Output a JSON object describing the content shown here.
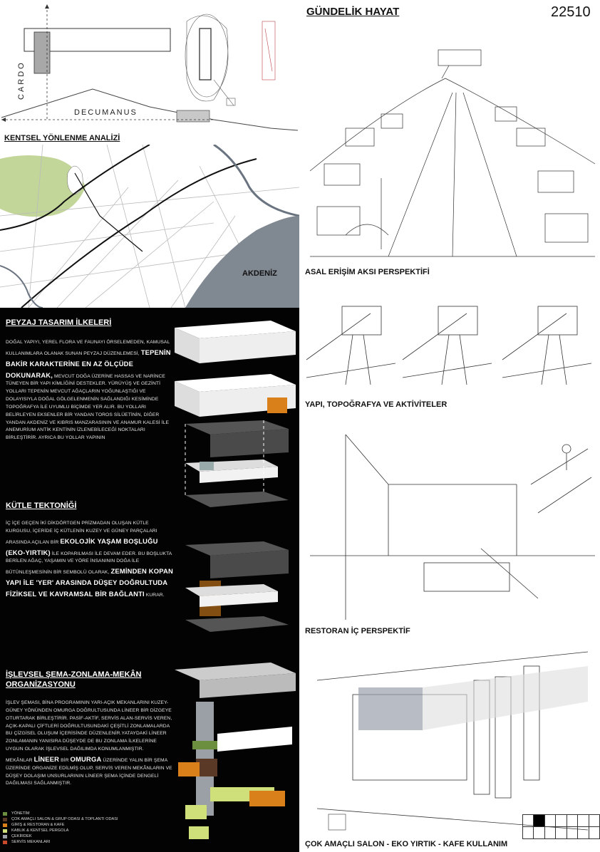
{
  "header": {
    "title": "GÜNDELİK HAYAT",
    "code": "22510"
  },
  "orientation": {
    "cardo_label": "CARDO",
    "decumanus_label": "DECUMANUS"
  },
  "urban_map": {
    "heading": "KENTSEL YÖNLENME ANALİZİ",
    "sea_label": "AKDENİZ"
  },
  "captions": {
    "main_axis": "ASAL ERİŞİM AKSI PERSPEKTİFİ",
    "topography": "YAPI, TOPOĞRAFYA VE AKTİVİTELER",
    "restaurant": "RESTORAN İÇ PERSPEKTİF",
    "hall": "ÇOK AMAÇLI SALON - EKO YIRTIK - KAFE KULLANIM"
  },
  "landscape": {
    "heading": "PEYZAJ TASARIM İLKELERİ",
    "p1": "DOĞAL YAPIYI, YEREL FLORA VE FAUNAYI ÖRSELEMEDEN, KAMUSAL KULLANIMLARA OLANAK SUNAN PEYZAJ DÜZENLEMESİ,",
    "h1": "TEPENİN BAKİR KARAKTERİNE EN AZ ÖLÇÜDE DOKUNARAK,",
    "p2": "MEVCUT DOĞA ÜZERİNE HASSAS VE NARİNCE TÜNEYEN BİR YAPI KİMLİĞİNİ DESTEKLER. YÜRÜYÜŞ VE GEZİNTİ YOLLARI TEPENİN MEVCUT AĞAÇLARIN YOĞUNLAŞTIĞI VE DOLAYISIYLA DOĞAL GÖLGELENMENİN SAĞLANDIĞI KESİMİNDE TOPOĞRAFYA İLE UYUMLU BİÇİMDE YER ALIR. BU YOLLARI BELİRLEYEN EKSENLER BİR YANDAN TOROS SİLÜETİNİN, DİĞER YANDAN AKDENİZ VE KIBRIS MANZARASININ VE ANAMUR KALESİ İLE ANEMURİUM ANTİK KENTİNİN İZLENEBİLECEĞİ NOKTALARI BİRLEŞTİRİR. AYRICA BU YOLLAR YAPININ"
  },
  "mass": {
    "heading": "KÜTLE TEKTONİĞİ",
    "p1": "İÇ İÇE GEÇEN İKİ DİKDÖRTGEN PRİZMADAN OLUŞAN KÜTLE KURGUSU, İÇERİDE İÇ KÜTLENİN KUZEY VE GÜNEY PARÇALARI ARASINDA AÇILAN BİR",
    "h1": "EKOLOJİK YAŞAM BOŞLUĞU (EKO-YIRTIK)",
    "p2": "İLE KOPARILMASI İLE DEVAM EDER. BU BOŞLUKTA BERİLEN AĞAÇ, YAŞAMIN VE YÖRE İNSANININ DOĞA İLE BÜTÜNLEŞMESİNİN BİR SEMBOLÜ OLARAK,",
    "h2": "ZEMİNDEN KOPAN YAPI İLE 'YER' ARASINDA DÜŞEY DOĞRULTUDA FİZİKSEL VE KAVRAMSAL BİR BAĞLANTI",
    "p3": "KURAR."
  },
  "functional": {
    "heading": "İŞLEVSEL ŞEMA-ZONLAMA-MEKÂN ORGANİZASYONU",
    "p1": "İŞLEV ŞEMASI, BİNA PROGRAMININ YARI-AÇIK MEKANLARINI KUZEY-GÜNEY YÖNÜNDEN OMURGA DOĞRULTUSUNDA LİNEER BİR DİZGEYE OTURTARAK BİRLEŞTİRİR. PASİF-AKTİF, SERVİS ALAN-SERVİS VEREN, AÇIK-KAPALI ÇİFTLERİ DOĞRULTUSUNDAKİ ÇEŞİTLİ ZONLAMALARDA BU ÇİZGİSEL OLUŞUM İÇERİSİNDE DÜZENLENİR.YATAYDAKİ LİNEER ZONLAMANIN YANISIRA DÜŞEYDE DE BU ZONLAMA İLKELERİNE UYGUN OLARAK İŞLEVSEL DAĞILIMDA KONUMLANMIŞTIR.",
    "p2a": "MEKÂNLAR",
    "h1": "LİNEER",
    "p2b": "BİR",
    "h2": "OMURGA",
    "p2c": "ÜZERİNDE YALIN BİR ŞEMA ÜZERİNDE ORGANİZE EDİLMİŞ OLUP, SERVİS VEREN MEKÂNLARIN VE DÜŞEY DOLAŞIM UNSURLARININ LİNEER ŞEMA İÇİNDE DENGELİ DAĞILMASI SAĞLANMIŞTIR."
  },
  "legend": [
    {
      "label": "YÖNETİM",
      "color": "#6b8f3e"
    },
    {
      "label": "ÇOK AMAÇLI SALON & GRUP ODASI & TOPLANTI ODASI",
      "color": "#5a3a26"
    },
    {
      "label": "GİRİŞ & RESTORAN & KAFE",
      "color": "#d9801a"
    },
    {
      "label": "KABLIK & KENTSEL PERGOLA",
      "color": "#cfe07a"
    },
    {
      "label": "ÇEKİRDEK",
      "color": "#9aa0a6"
    },
    {
      "label": "SERVİS MEKANLARI",
      "color": "#c94a2a"
    }
  ],
  "colors": {
    "panel": "#030303",
    "green_area": "#c3d69a",
    "sea": "#808892",
    "wood": "#d9801a"
  }
}
